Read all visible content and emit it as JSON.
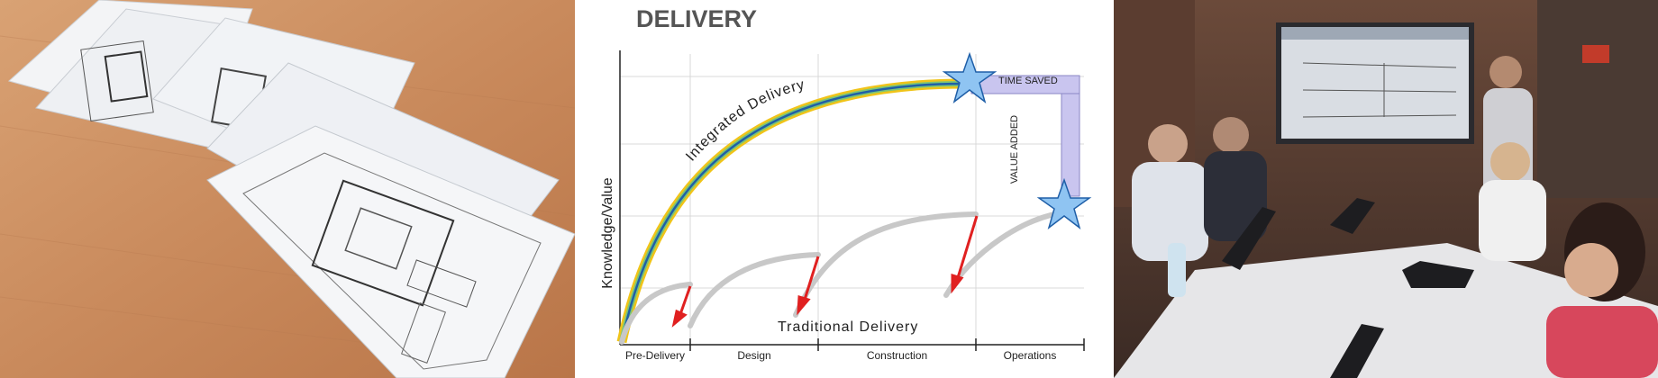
{
  "diagram": {
    "title": "DELIVERY",
    "y_axis_label": "Knowledge/Value",
    "curve_integrated_label": "Integrated Delivery",
    "curve_traditional_label": "Traditional Delivery",
    "time_saved_label": "TIME SAVED",
    "value_added_label": "VALUE ADDED",
    "phases": [
      "Pre-Delivery",
      "Design",
      "Construction",
      "Operations"
    ],
    "colors": {
      "integrated_outer": "#f0c419",
      "integrated_mid": "#7cc576",
      "integrated_inner": "#1f5fa8",
      "traditional": "#c8c8c8",
      "arrow": "#e02020",
      "star": "#8fc4f2",
      "bracket": "#c9c5ef"
    }
  },
  "photos": {
    "left": "blueprint-sheets-photo",
    "right": "team-meeting-photo"
  }
}
